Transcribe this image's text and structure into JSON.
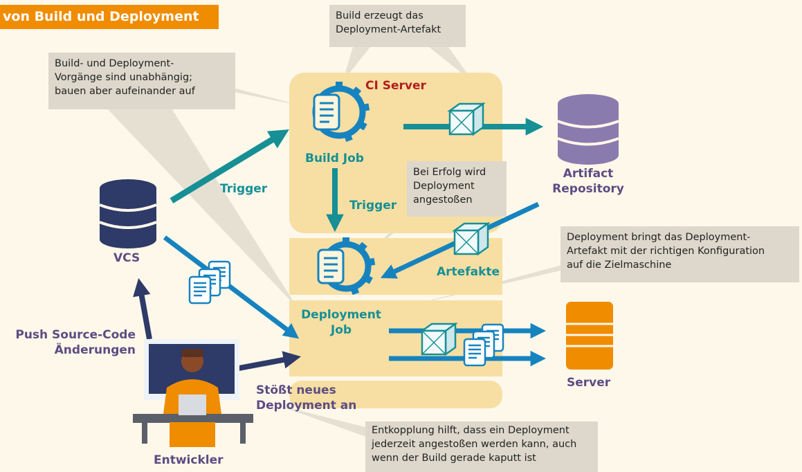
{
  "title": "von Build und Deployment",
  "ci_server": "CI Server",
  "build_job": "Build Job",
  "deployment_job": [
    "Deployment",
    "Job"
  ],
  "vcs": "VCS",
  "artifact_repository": [
    "Artifact",
    "Repository"
  ],
  "server": "Server",
  "developer": "Entwickler",
  "trigger_vcs": "Trigger",
  "trigger_build": "Trigger",
  "artefakte": "Artefakte",
  "push": [
    "Push Source-Code",
    "Änderungen"
  ],
  "stoesst": [
    "Stößt neues",
    "Deployment an"
  ],
  "notes": {
    "build_artifact": [
      "Build erzeugt das",
      "Deployment-Artefakt"
    ],
    "independent": [
      "Build- und Deployment-",
      "Vorgänge sind unabhängig;",
      "bauen aber aufeinander auf"
    ],
    "success": [
      "Bei Erfolg wird",
      "Deployment",
      "angestoßen"
    ],
    "deploy_config": [
      "Deployment bringt das Deployment-",
      "Artefakt mit der richtigen Konfiguration",
      "auf die  Zielmaschine"
    ],
    "decoupling": [
      "Entkopplung hilft, dass ein Deployment",
      "jederzeit angestoßen werden kann, auch",
      "wenn der Build  gerade kaputt ist"
    ]
  },
  "colors": {
    "teal": "#168f95",
    "blue": "#1683bf",
    "navy": "#2e3a67",
    "orange": "#f08c00",
    "purple": "#8a7bae",
    "panel": "#f7dfa3"
  }
}
